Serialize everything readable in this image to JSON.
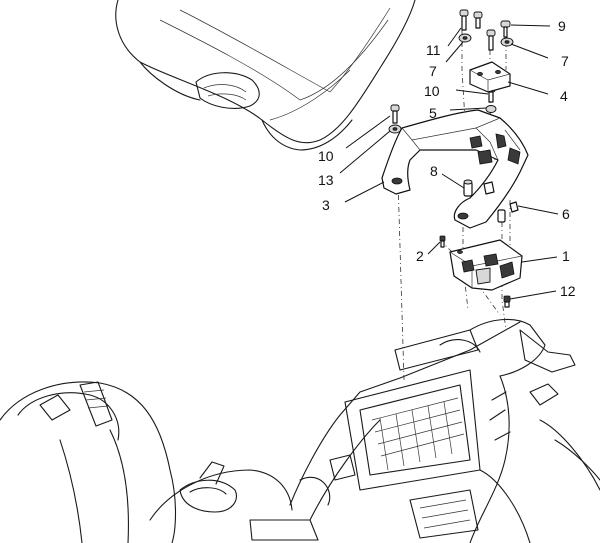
{
  "callouts": [
    {
      "id": "c9",
      "label": "9"
    },
    {
      "id": "c11",
      "label": "11"
    },
    {
      "id": "c7a",
      "label": "7"
    },
    {
      "id": "c7b",
      "label": "7"
    },
    {
      "id": "c4",
      "label": "4"
    },
    {
      "id": "c10a",
      "label": "10"
    },
    {
      "id": "c5",
      "label": "5"
    },
    {
      "id": "c10b",
      "label": "10"
    },
    {
      "id": "c13",
      "label": "13"
    },
    {
      "id": "c8",
      "label": "8"
    },
    {
      "id": "c3",
      "label": "3"
    },
    {
      "id": "c6",
      "label": "6"
    },
    {
      "id": "c2",
      "label": "2"
    },
    {
      "id": "c1",
      "label": "1"
    },
    {
      "id": "c12",
      "label": "12"
    }
  ]
}
